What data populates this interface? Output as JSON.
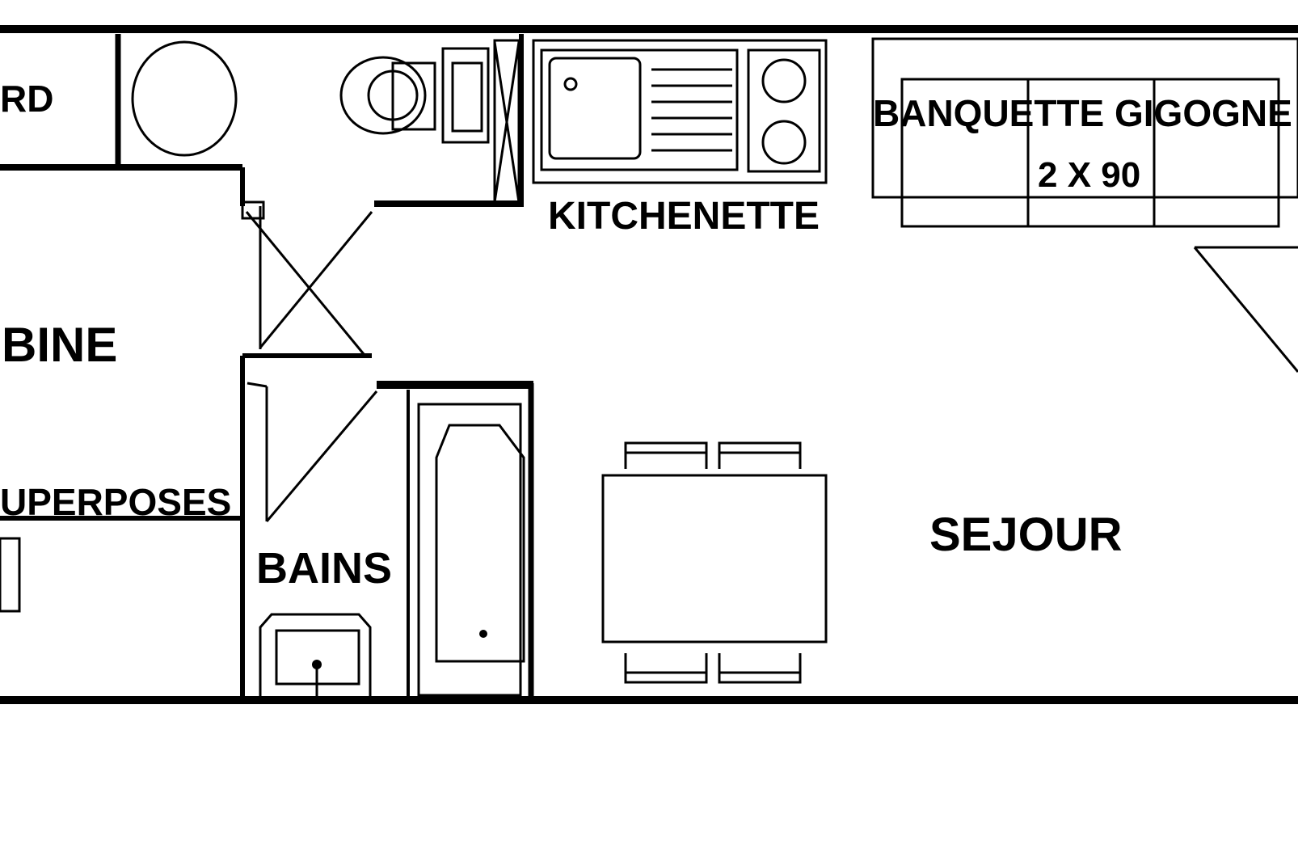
{
  "rooms": {
    "placard": "RD",
    "cabine": "BINE",
    "lits": "UPERPOSES",
    "bains": "BAINS",
    "kitchenette": "KITCHENETTE",
    "sejour": "SEJOUR",
    "banquette": "BANQUETTE GIGOGNE",
    "banquette_size": "2 X 90"
  },
  "colors": {
    "line": "#000000",
    "background": "#ffffff"
  }
}
